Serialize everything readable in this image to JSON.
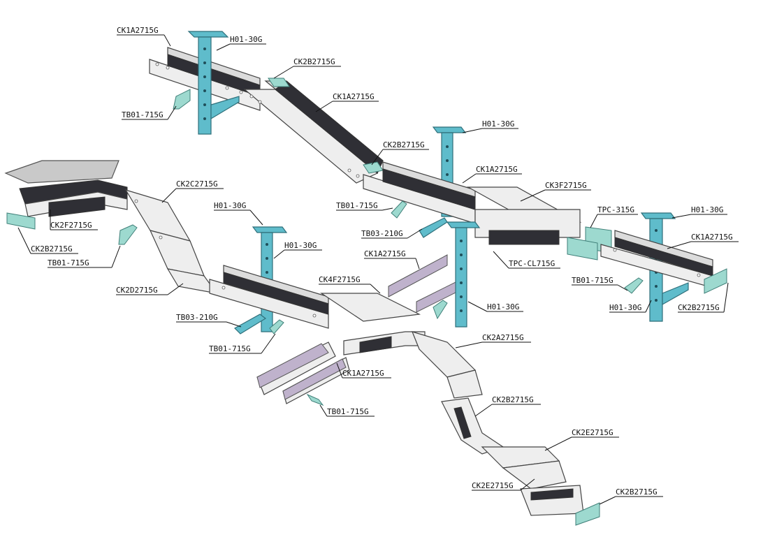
{
  "diagram": {
    "labels": [
      {
        "id": "l1",
        "text": "CK1A2715G"
      },
      {
        "id": "l2",
        "text": "H01-30G"
      },
      {
        "id": "l3",
        "text": "CK2B2715G"
      },
      {
        "id": "l4",
        "text": "CK1A2715G"
      },
      {
        "id": "l5",
        "text": "TB01-715G"
      },
      {
        "id": "l6",
        "text": "H01-30G"
      },
      {
        "id": "l7",
        "text": "CK2B2715G"
      },
      {
        "id": "l8",
        "text": "CK1A2715G"
      },
      {
        "id": "l9",
        "text": "CK3F2715G"
      },
      {
        "id": "l10",
        "text": "CK2C2715G"
      },
      {
        "id": "l11",
        "text": "H01-30G"
      },
      {
        "id": "l12",
        "text": "TB01-715G"
      },
      {
        "id": "l13",
        "text": "TB03-210G"
      },
      {
        "id": "l14",
        "text": "TPC-315G"
      },
      {
        "id": "l15",
        "text": "H01-30G"
      },
      {
        "id": "l16",
        "text": "CK2F2715G"
      },
      {
        "id": "l17",
        "text": "CK2B2715G"
      },
      {
        "id": "l18",
        "text": "TB01-715G"
      },
      {
        "id": "l19",
        "text": "H01-30G"
      },
      {
        "id": "l20",
        "text": "CK1A2715G"
      },
      {
        "id": "l21",
        "text": "CK1A2715G"
      },
      {
        "id": "l22",
        "text": "TPC-CL715G"
      },
      {
        "id": "l23",
        "text": "CK4F2715G"
      },
      {
        "id": "l24",
        "text": "TB01-715G"
      },
      {
        "id": "l25",
        "text": "CK2D2715G"
      },
      {
        "id": "l26",
        "text": "H01-30G"
      },
      {
        "id": "l27",
        "text": "H01-30G"
      },
      {
        "id": "l28",
        "text": "CK2B2715G"
      },
      {
        "id": "l29",
        "text": "TB03-210G"
      },
      {
        "id": "l30",
        "text": "TB01-715G"
      },
      {
        "id": "l31",
        "text": "CK2A2715G"
      },
      {
        "id": "l32",
        "text": "CK1A2715G"
      },
      {
        "id": "l33",
        "text": "TB01-715G"
      },
      {
        "id": "l34",
        "text": "CK2B2715G"
      },
      {
        "id": "l35",
        "text": "CK2E2715G"
      },
      {
        "id": "l36",
        "text": "CK2E2715G"
      },
      {
        "id": "l37",
        "text": "CK2B2715G"
      }
    ]
  },
  "colors": {
    "tray": "#eeeeee",
    "tray_interior": "#2f2f35",
    "tray_side_purple": "#bfb2cc",
    "hanger_teal": "#5fbccb",
    "connector_teal": "#9dd9cf",
    "cover_grey": "#c9c9c9"
  }
}
